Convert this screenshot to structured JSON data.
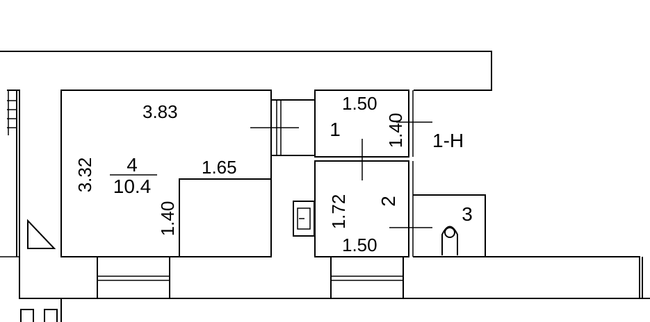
{
  "rooms": {
    "room4": {
      "number": "4",
      "area": "10.4",
      "width": "3.83",
      "height": "3.32",
      "inner_width": "1.65",
      "inner_height": "1.40"
    },
    "room1": {
      "number": "1",
      "width": "1.50",
      "height": "1.40",
      "marker": "1-H"
    },
    "room2": {
      "number": "2",
      "height": "1.72",
      "width": "1.50"
    },
    "room3": {
      "number": "3"
    }
  },
  "colors": {
    "line": "#000000",
    "background": "#ffffff"
  }
}
